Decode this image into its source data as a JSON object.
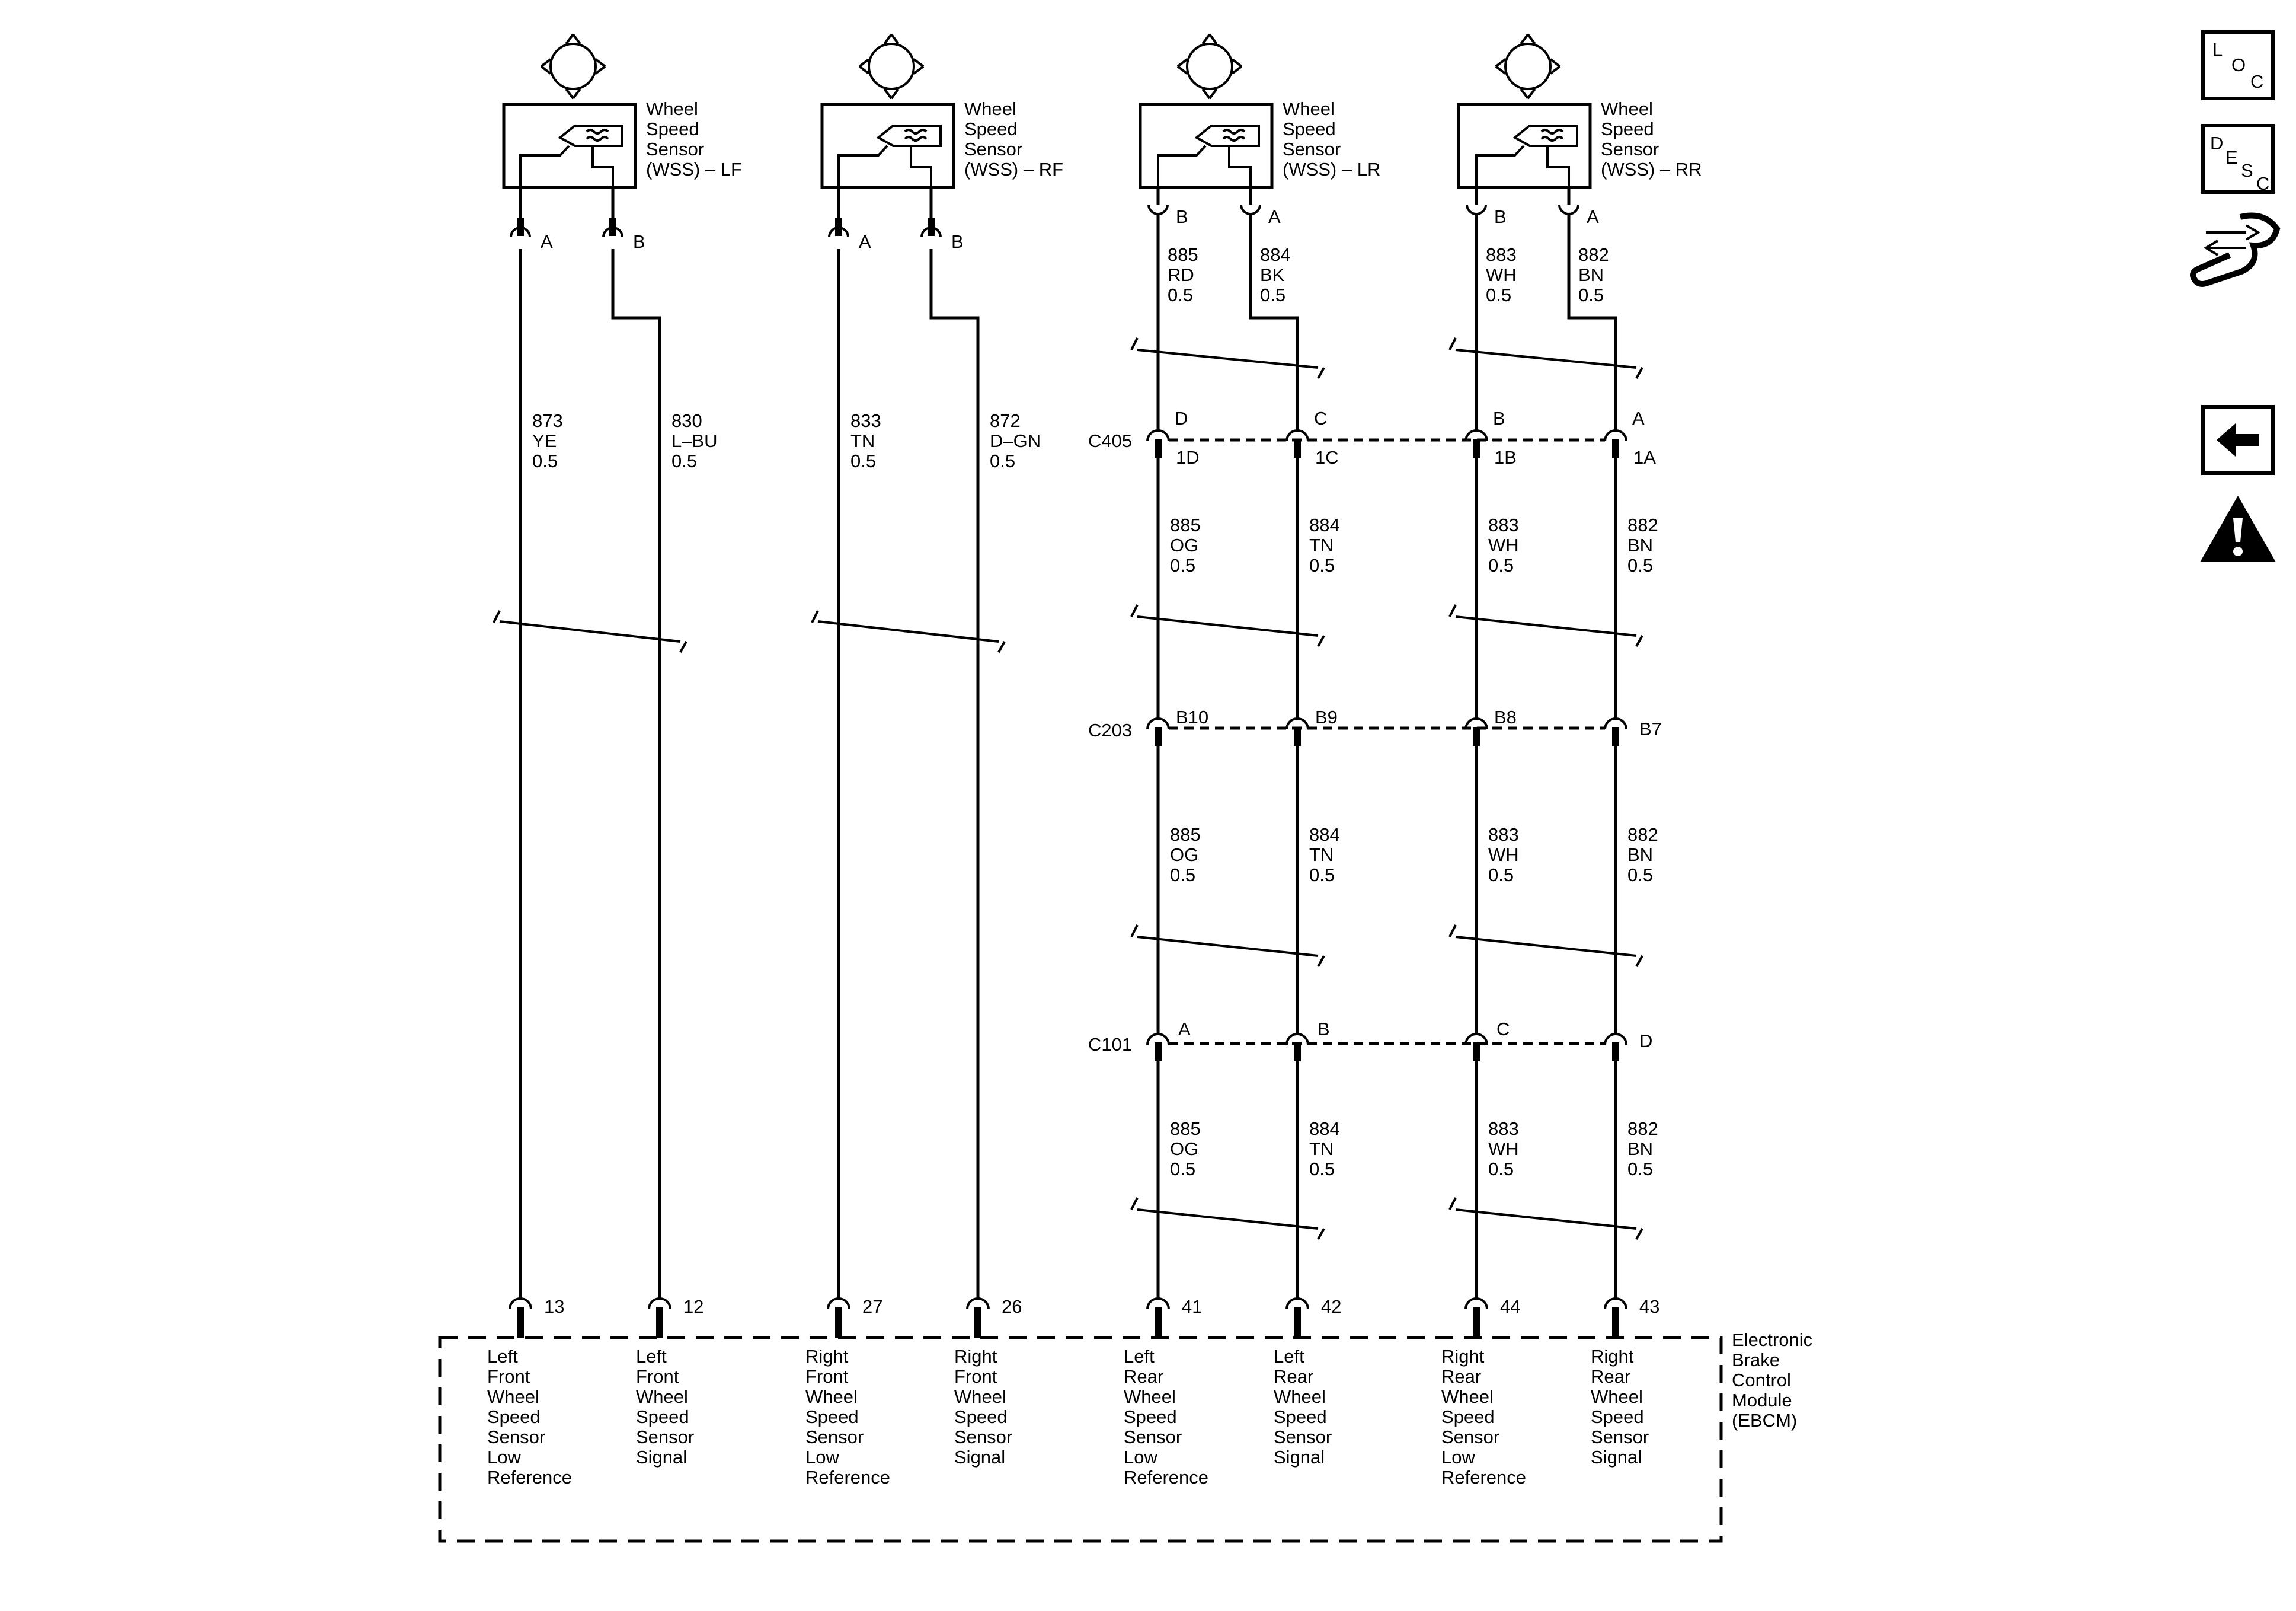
{
  "sensors": [
    {
      "label": [
        "Wheel",
        "Speed",
        "Sensor",
        "(WSS) – LF"
      ],
      "pins": [
        "A",
        "B"
      ]
    },
    {
      "label": [
        "Wheel",
        "Speed",
        "Sensor",
        "(WSS) – RF"
      ],
      "pins": [
        "A",
        "B"
      ]
    },
    {
      "label": [
        "Wheel",
        "Speed",
        "Sensor",
        "(WSS) – LR"
      ],
      "pins": [
        "B",
        "A"
      ]
    },
    {
      "label": [
        "Wheel",
        "Speed",
        "Sensor",
        "(WSS) – RR"
      ],
      "pins": [
        "B",
        "A"
      ]
    }
  ],
  "front_wires": [
    {
      "circuit": "873",
      "color": "YE",
      "gauge": "0.5"
    },
    {
      "circuit": "830",
      "color": "L–BU",
      "gauge": "0.5"
    },
    {
      "circuit": "833",
      "color": "TN",
      "gauge": "0.5"
    },
    {
      "circuit": "872",
      "color": "D–GN",
      "gauge": "0.5"
    }
  ],
  "rear_sensor_wires": [
    {
      "circuit": "885",
      "color": "RD",
      "gauge": "0.5"
    },
    {
      "circuit": "884",
      "color": "BK",
      "gauge": "0.5"
    },
    {
      "circuit": "883",
      "color": "WH",
      "gauge": "0.5"
    },
    {
      "circuit": "882",
      "color": "BN",
      "gauge": "0.5"
    }
  ],
  "c405": {
    "name": "C405",
    "top_pins": [
      "D",
      "C",
      "B",
      "A"
    ],
    "bottom_pins": [
      "1D",
      "1C",
      "1B",
      "1A"
    ]
  },
  "rear_wires_1": [
    {
      "circuit": "885",
      "color": "OG",
      "gauge": "0.5"
    },
    {
      "circuit": "884",
      "color": "TN",
      "gauge": "0.5"
    },
    {
      "circuit": "883",
      "color": "WH",
      "gauge": "0.5"
    },
    {
      "circuit": "882",
      "color": "BN",
      "gauge": "0.5"
    }
  ],
  "c203": {
    "name": "C203",
    "pins": [
      "B10",
      "B9",
      "B8",
      "B7"
    ]
  },
  "rear_wires_2": [
    {
      "circuit": "885",
      "color": "OG",
      "gauge": "0.5"
    },
    {
      "circuit": "884",
      "color": "TN",
      "gauge": "0.5"
    },
    {
      "circuit": "883",
      "color": "WH",
      "gauge": "0.5"
    },
    {
      "circuit": "882",
      "color": "BN",
      "gauge": "0.5"
    }
  ],
  "c101": {
    "name": "C101",
    "pins": [
      "A",
      "B",
      "C",
      "D"
    ]
  },
  "rear_wires_3": [
    {
      "circuit": "885",
      "color": "OG",
      "gauge": "0.5"
    },
    {
      "circuit": "884",
      "color": "TN",
      "gauge": "0.5"
    },
    {
      "circuit": "883",
      "color": "WH",
      "gauge": "0.5"
    },
    {
      "circuit": "882",
      "color": "BN",
      "gauge": "0.5"
    }
  ],
  "ebcm": {
    "pins": [
      "13",
      "12",
      "27",
      "26",
      "41",
      "42",
      "44",
      "43"
    ],
    "functions": [
      [
        "Left",
        "Front",
        "Wheel",
        "Speed",
        "Sensor",
        "Low",
        "Reference"
      ],
      [
        "Left",
        "Front",
        "Wheel",
        "Speed",
        "Sensor",
        "Signal"
      ],
      [
        "Right",
        "Front",
        "Wheel",
        "Speed",
        "Sensor",
        "Low",
        "Reference"
      ],
      [
        "Right",
        "Front",
        "Wheel",
        "Speed",
        "Sensor",
        "Signal"
      ],
      [
        "Left",
        "Rear",
        "Wheel",
        "Speed",
        "Sensor",
        "Low",
        "Reference"
      ],
      [
        "Left",
        "Rear",
        "Wheel",
        "Speed",
        "Sensor",
        "Signal"
      ],
      [
        "Right",
        "Rear",
        "Wheel",
        "Speed",
        "Sensor",
        "Low",
        "Reference"
      ],
      [
        "Right",
        "Rear",
        "Wheel",
        "Speed",
        "Sensor",
        "Signal"
      ]
    ],
    "label": [
      "Electronic",
      "Brake",
      "Control",
      "Module",
      "(EBCM)"
    ]
  },
  "side_icons": {
    "loc": [
      "L",
      "O",
      "C"
    ],
    "desc": [
      "D",
      "E",
      "S",
      "C"
    ],
    "icons": [
      "loc-icon",
      "desc-icon",
      "connector-repair-icon",
      "back-arrow-icon",
      "warning-icon"
    ]
  }
}
